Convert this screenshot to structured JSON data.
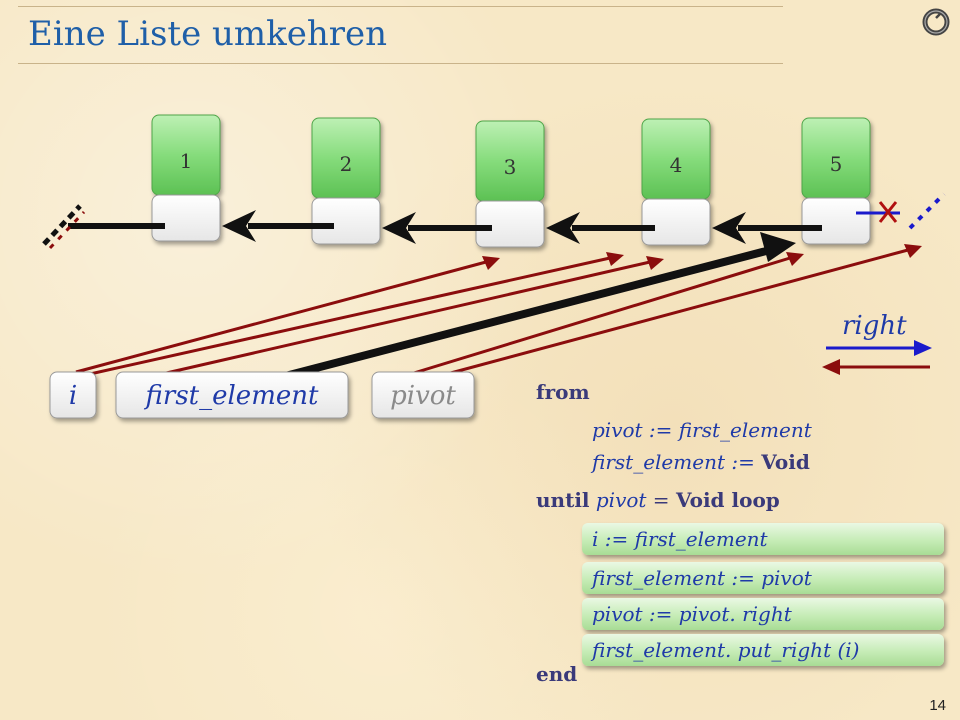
{
  "slide": {
    "title": "Eine Liste umkehren",
    "page_number": "14"
  },
  "cells": [
    {
      "label": "1"
    },
    {
      "label": "2"
    },
    {
      "label": "3"
    },
    {
      "label": "4"
    },
    {
      "label": "5"
    }
  ],
  "variables": {
    "i": "i",
    "first_element": "first_element",
    "pivot": "pivot"
  },
  "legend": {
    "right_label": "right"
  },
  "code": {
    "from": "from",
    "init_1": "pivot := first_element",
    "init_2_pre": "first_element := ",
    "init_2_void": "Void",
    "until": "until",
    "until_cond_var": "pivot",
    "until_cond_eq": " = ",
    "until_void_loop": "Void loop",
    "loop_1": "i := first_element",
    "loop_2": "first_element := pivot",
    "loop_3": "pivot := pivot. right",
    "loop_4": "first_element. put_right (i)",
    "end": "end"
  },
  "colors": {
    "title": "#1f5fa8",
    "keyword": "#3a3a7a",
    "variable": "#1f3aa8",
    "node_green": "#7fd67a",
    "arrow_black": "#111111",
    "arrow_red": "#8b0d0d",
    "arrow_blue": "#1a1acc"
  }
}
